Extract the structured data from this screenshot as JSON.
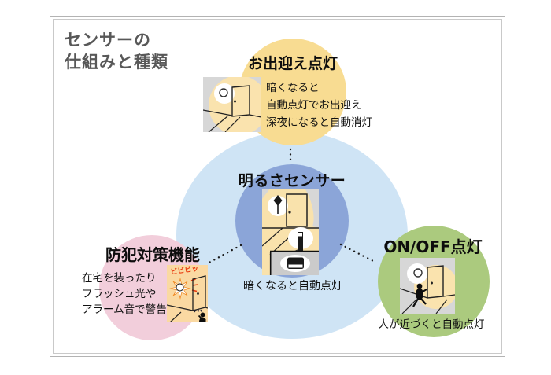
{
  "title": {
    "line1": "センサーの",
    "line2": "仕組みと種類"
  },
  "nodes": {
    "center": {
      "label": "明るさセンサー",
      "caption": "暗くなると自動点灯"
    },
    "top": {
      "label": "お出迎え点灯",
      "lines": [
        "暗くなると",
        "自動点灯でお出迎え",
        "深夜になると自動消灯"
      ]
    },
    "left": {
      "label": "防犯対策機能",
      "lines": [
        "在宅を装ったり",
        "フラッシュ光や",
        "アラーム音で警告"
      ],
      "illustration_text": "ビビビッ"
    },
    "right": {
      "label": "ON/OFF点灯",
      "caption": "人が近づくと自動点灯"
    }
  },
  "colors": {
    "panel_border": "#b3b3b3",
    "ambient_circle": "#CFE4F5",
    "sensor_circle": "#8BA5D8",
    "welcome_circle": "#F8DC92",
    "security_circle": "#F2CEDB",
    "onoff_circle": "#ABCA7E",
    "illustration_gray": "#D7D7D7",
    "illustration_glow": "#FAE3AE",
    "security_bg": "#FAD9A2",
    "alert_red": "#E8380D",
    "flash_orange": "#F08318",
    "title_gray": "#585858"
  }
}
